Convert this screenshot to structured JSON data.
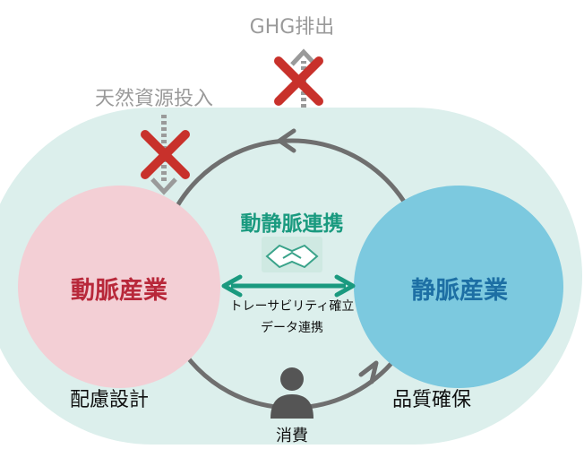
{
  "labels": {
    "ghg_emission": "GHG排出",
    "natural_resource_input": "天然資源投入",
    "arterial_venous_link": "動静脈連携",
    "arterial_industry": "動脈産業",
    "venous_industry": "静脈産業",
    "traceability_line1": "トレーサビリティ確立",
    "traceability_line2": "データ連携",
    "design_consideration": "配慮設計",
    "quality_assurance": "品質確保",
    "consumption": "消費"
  },
  "colors": {
    "background_capsule": "#dcefec",
    "arterial_circle": "#f3cfd5",
    "venous_circle": "#7cc9df",
    "loop_arrow": "#6f6f6f",
    "link_arrow": "#1a9a7f",
    "cross_mark": "#c8312b",
    "person": "#555555",
    "muted_text": "#9a9a9a"
  },
  "icons": [
    "cross-icon",
    "handshake-icon",
    "person-icon",
    "arrow-head-icon"
  ]
}
